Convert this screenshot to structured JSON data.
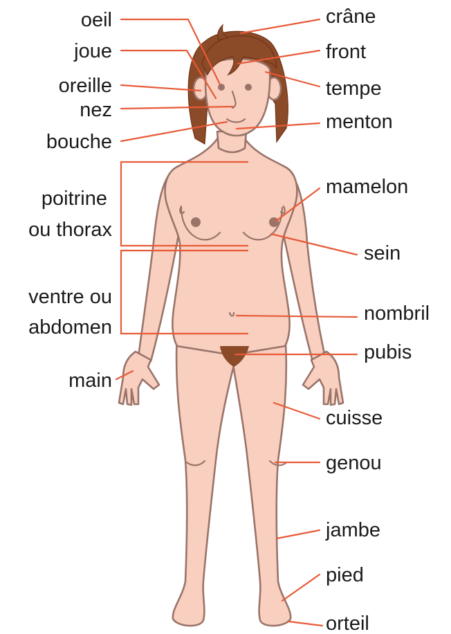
{
  "labels": {
    "oeil": "oeil",
    "joue": "joue",
    "oreille": "oreille",
    "nez": "nez",
    "bouche": "bouche",
    "poitrine_1": "poitrine",
    "poitrine_2": "ou thorax",
    "ventre_1": "ventre ou",
    "ventre_2": "abdomen",
    "main": "main",
    "crane": "crâne",
    "front": "front",
    "tempe": "tempe",
    "menton": "menton",
    "mamelon": "mamelon",
    "sein": "sein",
    "nombril": "nombril",
    "pubis": "pubis",
    "cuisse": "cuisse",
    "genou": "genou",
    "jambe": "jambe",
    "pied": "pied",
    "orteil": "orteil"
  },
  "colors": {
    "skin": "#f9cfc0",
    "outline": "#9a7469",
    "hair": "#8b4a28",
    "leader": "#e85a36",
    "text": "#1a1a1a"
  }
}
